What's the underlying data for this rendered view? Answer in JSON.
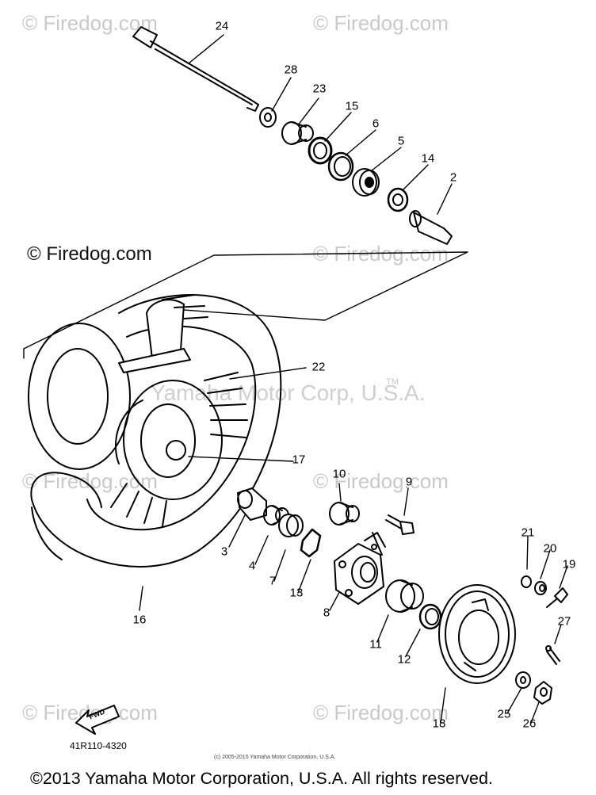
{
  "watermarks": {
    "firedog": "© Firedog.com",
    "firedog_dark": "© Firedog.com",
    "yamaha": "Yamaha Motor Corp, U.S.A.",
    "trademark": "TM"
  },
  "callouts": [
    "24",
    "28",
    "23",
    "15",
    "6",
    "5",
    "14",
    "2",
    "22",
    "17",
    "10",
    "9",
    "3",
    "4",
    "7",
    "13",
    "8",
    "11",
    "12",
    "16",
    "21",
    "20",
    "19",
    "27",
    "18",
    "25",
    "26"
  ],
  "fwd_label": "FWD",
  "part_number": "41R110-4320",
  "fine_copyright": "(c) 2005-2015 Yamaha Motor Corporation, U.S.A.",
  "footer": "©2013 Yamaha Motor Corporation, U.S.A. All rights reserved."
}
